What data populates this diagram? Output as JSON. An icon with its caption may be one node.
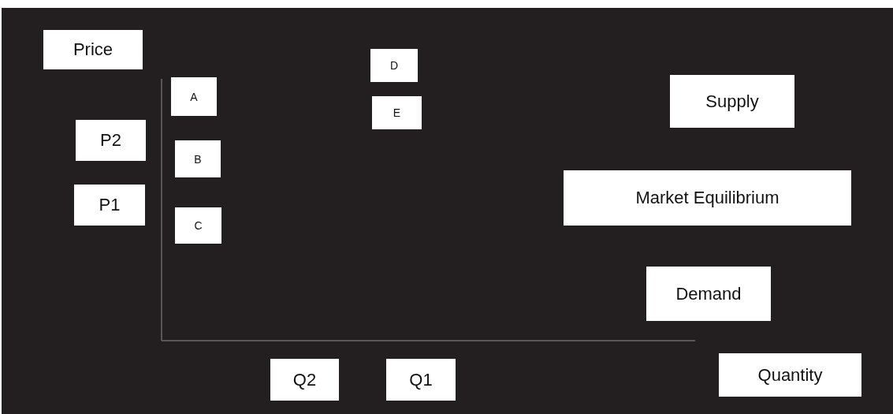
{
  "diagram": {
    "nodes": [
      {
        "text": [
          "Price"
        ]
      },
      {
        "text": [
          "D"
        ]
      },
      {
        "text": [
          "A"
        ]
      },
      {
        "text": [
          "E"
        ]
      },
      {
        "text": [
          "Supply"
        ]
      },
      {
        "text": [
          "P2"
        ]
      },
      {
        "text": [
          "B"
        ]
      },
      {
        "text": [
          "Market Equilibrium"
        ]
      },
      {
        "text": [
          "P1"
        ]
      },
      {
        "text": [
          "C"
        ]
      },
      {
        "text": [
          "Demand"
        ]
      },
      {
        "text": [
          "Quantity"
        ]
      },
      {
        "text": [
          "Q2"
        ]
      },
      {
        "text": [
          "Q1"
        ]
      }
    ],
    "edges": []
  }
}
